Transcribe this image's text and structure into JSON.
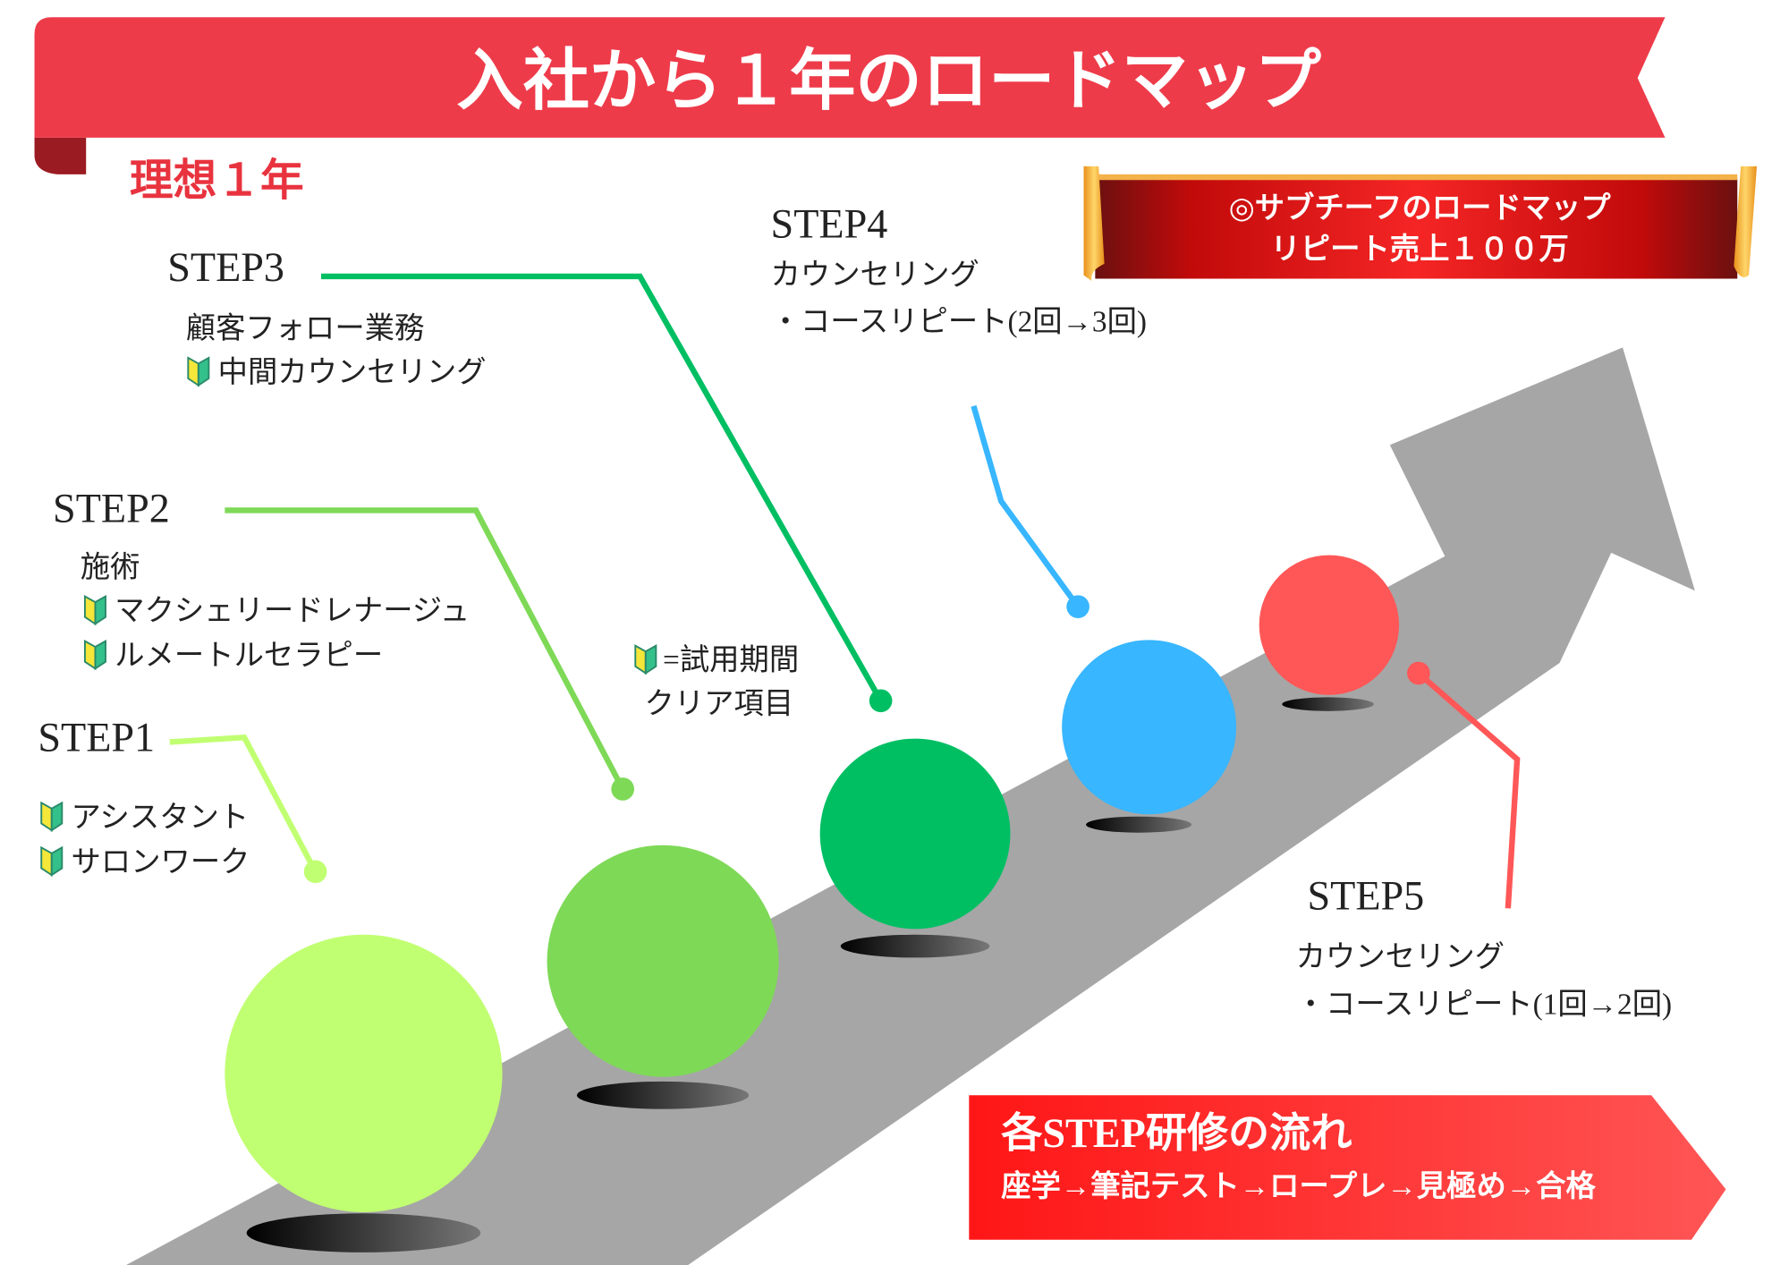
{
  "title": "入社から１年のロードマップ",
  "subtitle": "理想１年",
  "goal_banner": {
    "line1": "◎サブチーフのロードマップ",
    "line2": "リピート売上１００万"
  },
  "steps": [
    {
      "label": "STEP1",
      "items": [
        "アシスタント",
        "サロンワーク"
      ],
      "color": "#c1ff72"
    },
    {
      "label": "STEP2",
      "heading": "施術",
      "items": [
        "マクシェリードレナージュ",
        "ルメートルセラピー"
      ],
      "color": "#7ed957"
    },
    {
      "label": "STEP3",
      "heading": "顧客フォロー業務",
      "items": [
        "中間カウンセリング"
      ],
      "color": "#00bf63"
    },
    {
      "label": "STEP4",
      "heading": "カウンセリング",
      "detail": "・コースリピート(2回→3回)",
      "color": "#38b6ff"
    },
    {
      "label": "STEP5",
      "heading": "カウンセリング",
      "detail": "・コースリピート(1回→2回)",
      "color": "#ff5757"
    }
  ],
  "legend": {
    "line1": "=試用期間",
    "line2": "クリア項目",
    "icon": "beginner-mark-icon"
  },
  "training_flow": {
    "title": "各STEP研修の流れ",
    "steps": "座学→筆記テスト→ロープレ→見極め→合格"
  },
  "colors": {
    "title_red": "#ee3b4a",
    "arrow_gray": "#a6a6a6"
  }
}
